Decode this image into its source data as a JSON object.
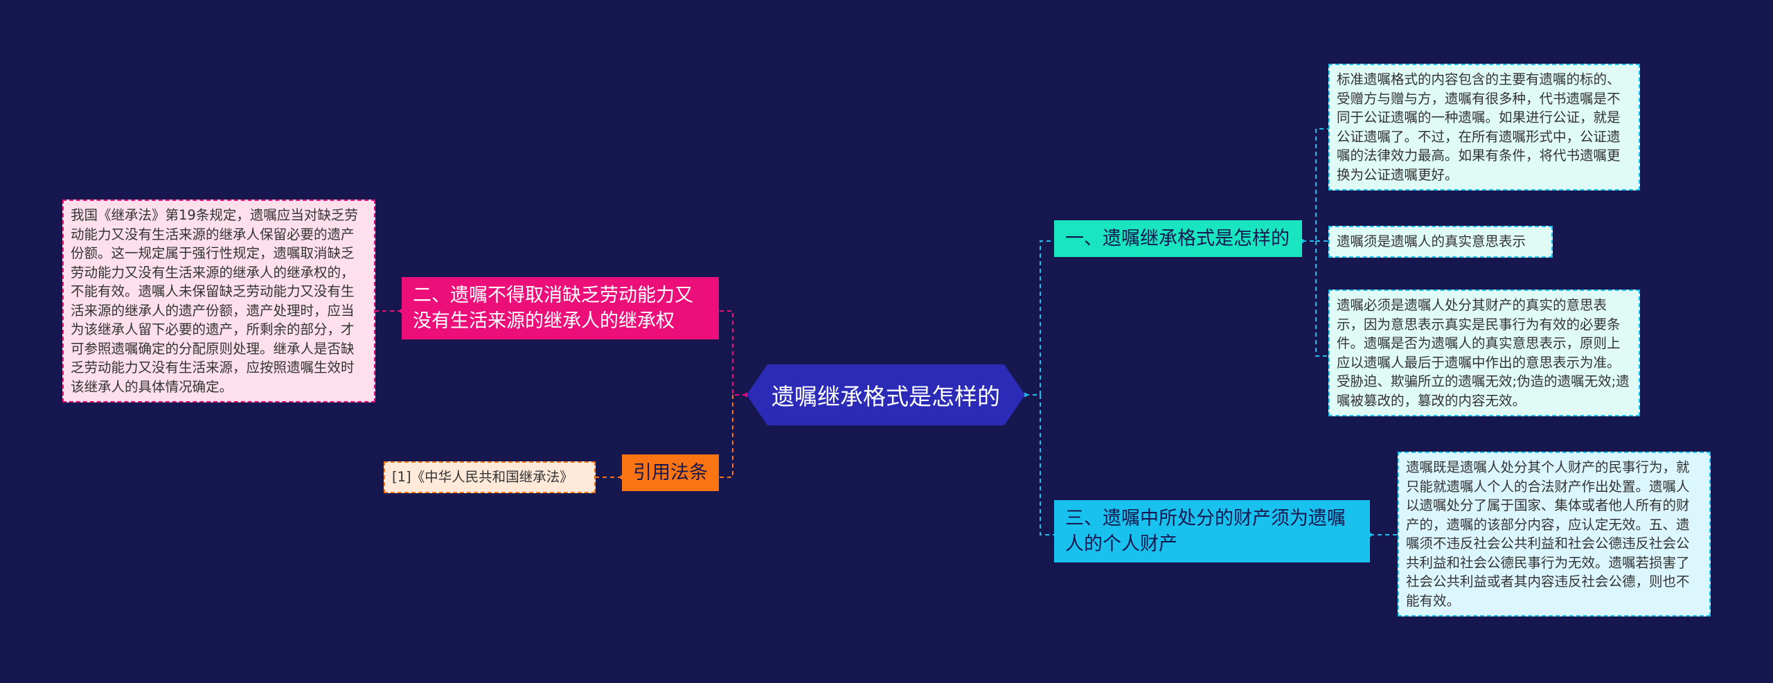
{
  "center": "遗嘱继承格式是怎样的",
  "branches": {
    "b1": "一、遗嘱继承格式是怎样的",
    "b2": "二、遗嘱不得取消缺乏劳动能力又没有生活来源的继承人的继承权",
    "b3": "三、遗嘱中所处分的财产须为遗嘱人的个人财产",
    "b4": "引用法条"
  },
  "leaves": {
    "l1a": "标准遗嘱格式的内容包含的主要有遗嘱的标的、受赠方与赠与方，遗嘱有很多种，代书遗嘱是不同于公证遗嘱的一种遗嘱。如果进行公证，就是公证遗嘱了。不过，在所有遗嘱形式中，公证遗嘱的法律效力最高。如果有条件，将代书遗嘱更换为公证遗嘱更好。",
    "l1b": "遗嘱须是遗嘱人的真实意思表示",
    "l1c": "遗嘱必须是遗嘱人处分其财产的真实的意思表示，因为意思表示真实是民事行为有效的必要条件。遗嘱是否为遗嘱人的真实意思表示，原则上应以遗嘱人最后于遗嘱中作出的意思表示为准。受胁迫、欺骗所立的遗嘱无效;伪造的遗嘱无效;遗嘱被篡改的，篡改的内容无效。",
    "l2": "我国《继承法》第19条规定，遗嘱应当对缺乏劳动能力又没有生活来源的继承人保留必要的遗产份额。这一规定属于强行性规定，遗嘱取消缺乏劳动能力又没有生活来源的继承人的继承权的，不能有效。遗嘱人未保留缺乏劳动能力又没有生活来源的继承人的遗产份额，遗产处理时，应当为该继承人留下必要的遗产，所剩余的部分，才可参照遗嘱确定的分配原则处理。继承人是否缺乏劳动能力又没有生活来源，应按照遗嘱生效时该继承人的具体情况确定。",
    "l3": "遗嘱既是遗嘱人处分其个人财产的民事行为，就只能就遗嘱人个人的合法财产作出处置。遗嘱人以遗嘱处分了属于国家、集体或者他人所有的财产的，遗嘱的该部分内容，应认定无效。五、遗嘱须不违反社会公共利益和社会公德违反社会公共利益和社会公德民事行为无效。遗嘱若损害了社会公共利益或者其内容违反社会公德，则也不能有效。",
    "l4": "[1]《中华人民共和国继承法》"
  },
  "colors": {
    "background": "#17174f",
    "center": "#2b2bb8",
    "b1": "#19e6c1",
    "b2": "#ec0f79",
    "b3": "#19c2ee",
    "b4": "#fb7414",
    "l1_fill": "#e0fbf6",
    "l2_fill": "#fde0ec",
    "l3_fill": "#dcf6fe",
    "l4_fill": "#ffeada"
  }
}
